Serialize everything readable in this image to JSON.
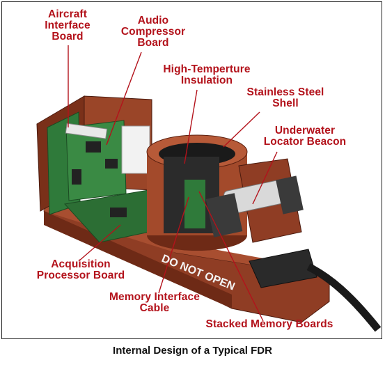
{
  "labels": {
    "aircraft_interface_board": "Aircraft\nInterface\nBoard",
    "audio_compressor_board": "Audio\nCompressor\nBoard",
    "high_temperature_insulation": "High-Temperture\nInsulation",
    "stainless_steel_shell": "Stainless Steel\nShell",
    "underwater_locator_beacon": "Underwater\nLocator Beacon",
    "acquisition_processor_board": "Acquisition\nProcessor Board",
    "memory_interface_cable": "Memory Interface\nCable",
    "stacked_memory_boards": "Stacked Memory Boards"
  },
  "device_text": {
    "warning": "DO NOT OPEN"
  },
  "caption": "Internal Design of a Typical FDR",
  "colors": {
    "label": "#b3121b",
    "housing": "#8b3a22",
    "board": "#2f7a3a"
  }
}
